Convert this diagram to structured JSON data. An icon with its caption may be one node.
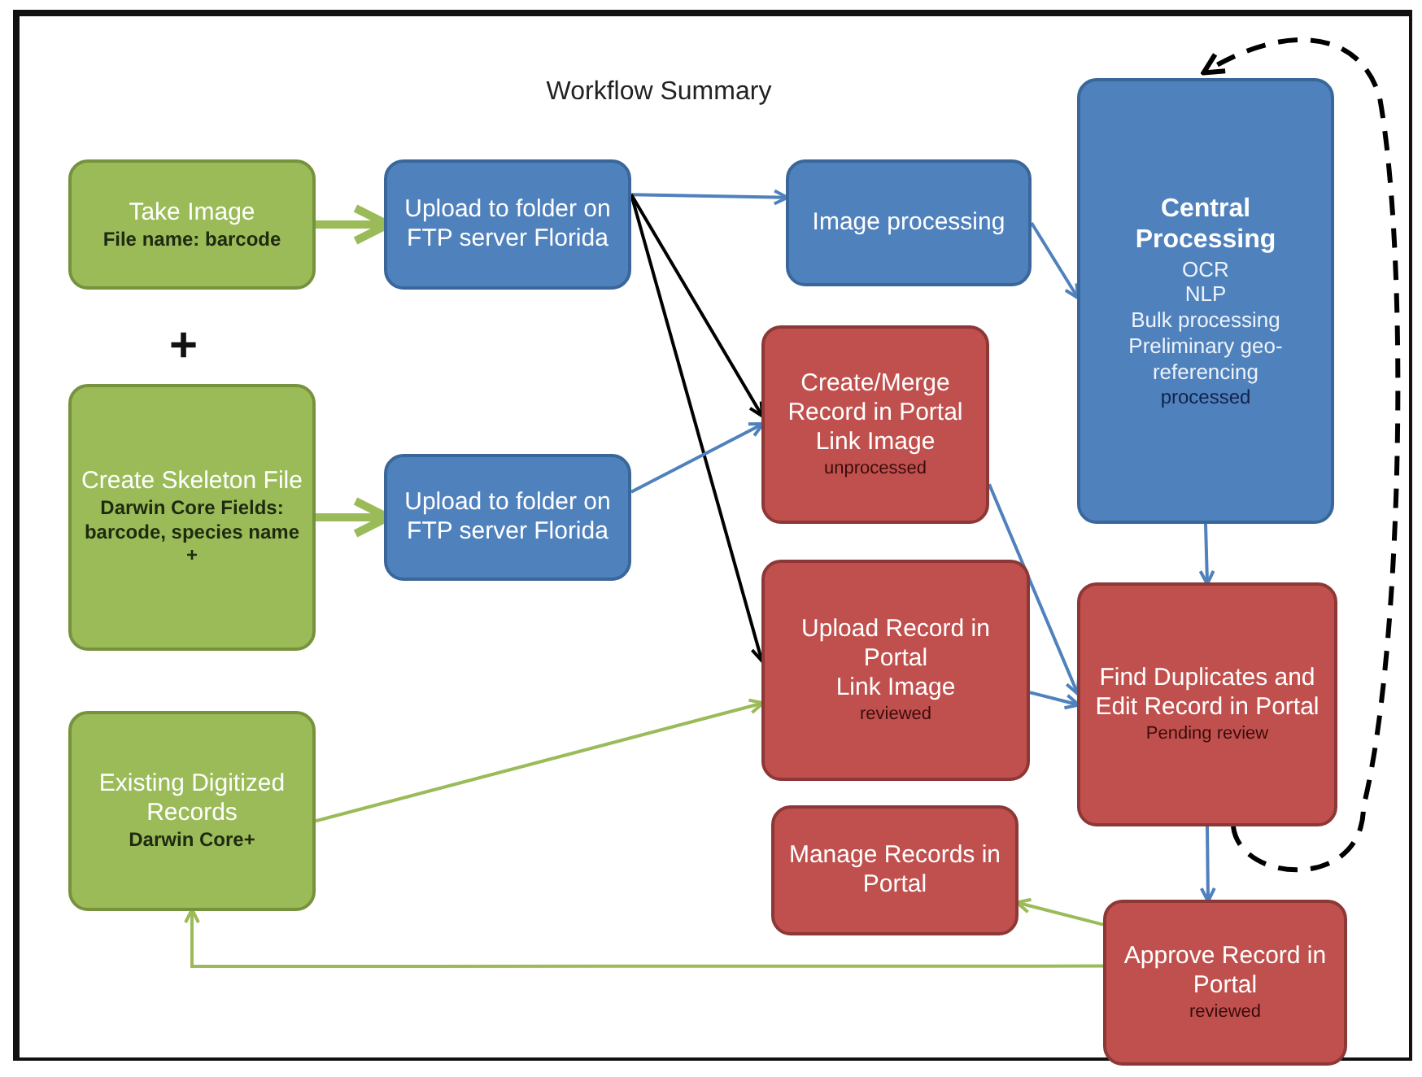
{
  "diagram": {
    "title": "Workflow Summary",
    "nodes": [
      {
        "text": [
          "Take Image",
          "File name: barcode"
        ]
      },
      {
        "text": [
          "Upload to folder on FTP server Florida"
        ]
      },
      {
        "text": [
          "Image processing"
        ]
      },
      {
        "text": [
          "Central Processing",
          "OCR",
          "NLP",
          "Bulk processing",
          "Preliminary geo-referencing",
          "processed"
        ]
      },
      {
        "text": [
          "Create Skeleton File",
          "Darwin Core Fields: barcode, species name +"
        ]
      },
      {
        "text": [
          "Upload to folder on FTP server Florida"
        ]
      },
      {
        "text": [
          "Create/Merge Record in Portal",
          "Link Image",
          "unprocessed"
        ]
      },
      {
        "text": [
          "Upload Record in Portal",
          "Link Image",
          "reviewed"
        ]
      },
      {
        "text": [
          "Find Duplicates and Edit Record in Portal",
          "Pending review"
        ]
      },
      {
        "text": [
          "Existing Digitized Records",
          "Darwin Core+"
        ]
      },
      {
        "text": [
          "Manage Records in Portal"
        ]
      },
      {
        "text": [
          "Approve Record in Portal",
          "reviewed"
        ]
      }
    ],
    "edges": [
      {
        "from": 0,
        "to": 1,
        "arrow": "to",
        "color": "#9bbb59",
        "style": "thick"
      },
      {
        "from": 4,
        "to": 5,
        "arrow": "to",
        "color": "#9bbb59",
        "style": "thick"
      },
      {
        "from": 1,
        "to": 2,
        "arrow": "to"
      },
      {
        "from": 1,
        "to": 6,
        "arrow": "to",
        "color": "#000000"
      },
      {
        "from": 1,
        "to": 7,
        "arrow": "to",
        "color": "#000000"
      },
      {
        "from": 5,
        "to": 6,
        "arrow": "to"
      },
      {
        "from": 2,
        "to": 3,
        "arrow": "to"
      },
      {
        "from": 6,
        "to": 8,
        "arrow": "to"
      },
      {
        "from": 7,
        "to": 8,
        "arrow": "to"
      },
      {
        "from": 3,
        "to": 8,
        "arrow": "to"
      },
      {
        "from": 9,
        "to": 7,
        "arrow": "to",
        "color": "#9bbb59"
      },
      {
        "from": 8,
        "to": 11,
        "arrow": "to"
      },
      {
        "from": 11,
        "to": 10,
        "arrow": "to",
        "color": "#9bbb59"
      },
      {
        "from": 11,
        "to": 9,
        "arrow": "to",
        "color": "#9bbb59"
      },
      {
        "from": 8,
        "to": 3,
        "arrow": "to",
        "style": "dashed",
        "color": "#000000"
      }
    ],
    "labels": [
      "+"
    ]
  }
}
